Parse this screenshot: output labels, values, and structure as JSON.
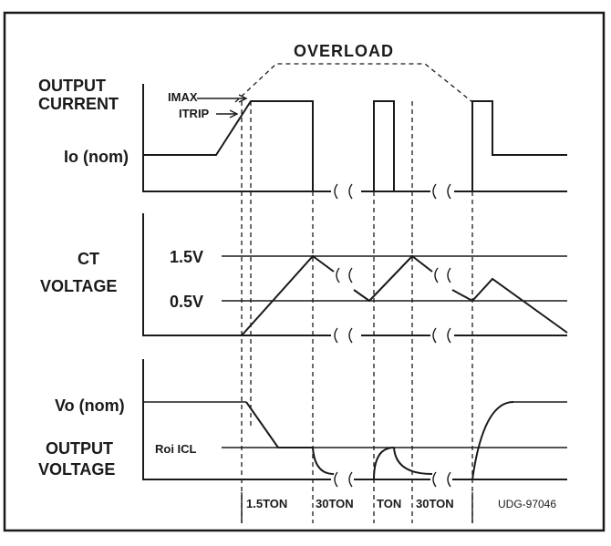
{
  "labels": {
    "overload": "OVERLOAD",
    "output_current": [
      "OUTPUT",
      "CURRENT"
    ],
    "imax": "IMAX",
    "itrip": "ITRIP",
    "io_nom": "Io (nom)",
    "ct": "CT",
    "ct_voltage": "VOLTAGE",
    "v15": "1.5V",
    "v05": "0.5V",
    "vo_nom": "Vo (nom)",
    "output_voltage": [
      "OUTPUT",
      "VOLTAGE"
    ],
    "roi_icl": "Roi ICL",
    "intervals": [
      "1.5TON",
      "30TON",
      "TON",
      "30TON"
    ],
    "figure_id": "UDG-97046"
  }
}
